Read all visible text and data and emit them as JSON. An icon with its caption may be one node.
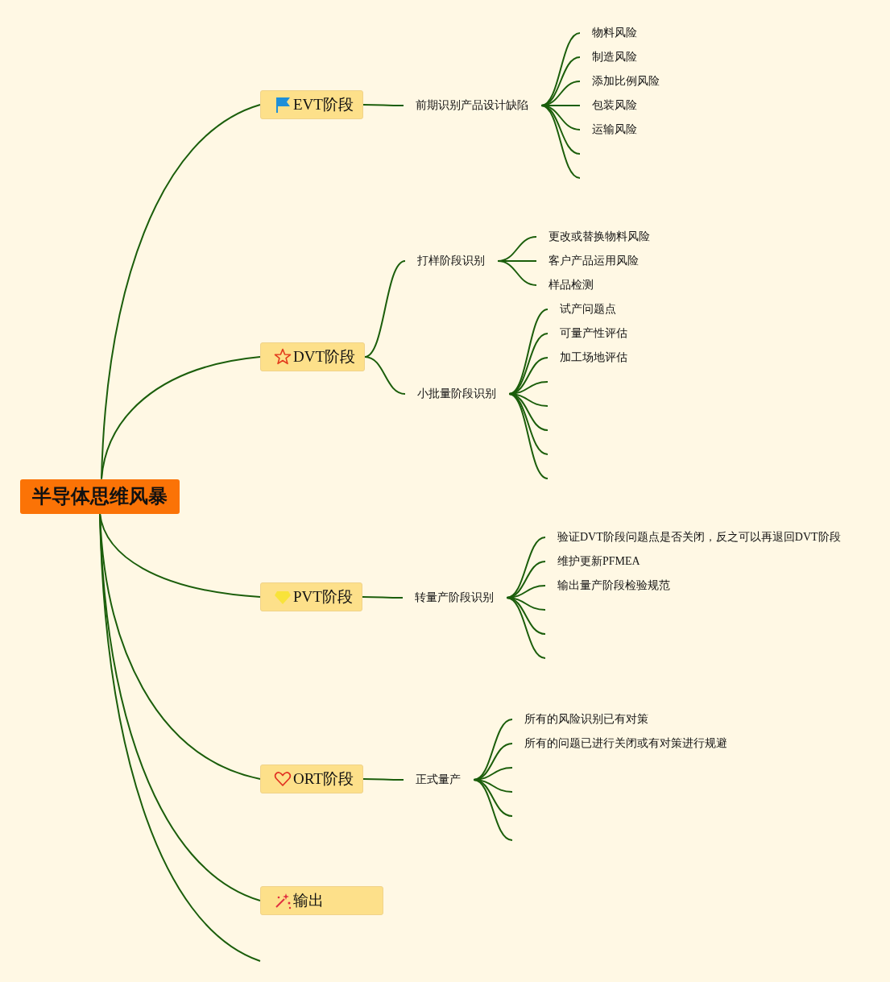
{
  "diagram": {
    "nodes": [
      {
        "text": [
          "半导体思维风暴"
        ]
      },
      {
        "text": [
          "EVT阶段"
        ]
      },
      {
        "text": [
          "前期识别产品设计缺陷"
        ]
      },
      {
        "text": [
          "物料风险"
        ]
      },
      {
        "text": [
          "制造风险"
        ]
      },
      {
        "text": [
          "添加比例风险"
        ]
      },
      {
        "text": [
          "包装风险"
        ]
      },
      {
        "text": [
          "运输风险"
        ]
      },
      {
        "text": [
          "DVT阶段"
        ]
      },
      {
        "text": [
          "打样阶段识别"
        ]
      },
      {
        "text": [
          "更改或替换物料风险"
        ]
      },
      {
        "text": [
          "客户产品运用风险"
        ]
      },
      {
        "text": [
          "样品检测"
        ]
      },
      {
        "text": [
          "小批量阶段识别"
        ]
      },
      {
        "text": [
          "试产问题点"
        ]
      },
      {
        "text": [
          "可量产性评估"
        ]
      },
      {
        "text": [
          "加工场地评估"
        ]
      },
      {
        "text": [
          "PVT阶段"
        ]
      },
      {
        "text": [
          "转量产阶段识别"
        ]
      },
      {
        "text": [
          "验证DVT阶段问题点是否关闭，反之可以再退回DVT阶段"
        ]
      },
      {
        "text": [
          "维护更新PFMEA"
        ]
      },
      {
        "text": [
          "输出量产阶段检验规范"
        ]
      },
      {
        "text": [
          "ORT阶段"
        ]
      },
      {
        "text": [
          "正式量产"
        ]
      },
      {
        "text": [
          "所有的风险识别已有对策"
        ]
      },
      {
        "text": [
          "所有的问题已进行关闭或有对策进行规避"
        ]
      },
      {
        "text": [
          "输出"
        ]
      }
    ],
    "edges": [
      {
        "from": 0,
        "to": 1,
        "arrow": "none"
      },
      {
        "from": 0,
        "to": 8,
        "arrow": "none"
      },
      {
        "from": 0,
        "to": 17,
        "arrow": "none"
      },
      {
        "from": 0,
        "to": 22,
        "arrow": "none"
      },
      {
        "from": 0,
        "to": 26,
        "arrow": "none"
      },
      {
        "from": 0,
        "to": null,
        "arrow": "none"
      },
      {
        "from": 1,
        "to": 2,
        "arrow": "none"
      },
      {
        "from": 2,
        "to": 3,
        "arrow": "none"
      },
      {
        "from": 2,
        "to": 4,
        "arrow": "none"
      },
      {
        "from": 2,
        "to": 5,
        "arrow": "none"
      },
      {
        "from": 2,
        "to": 6,
        "arrow": "none"
      },
      {
        "from": 2,
        "to": 7,
        "arrow": "none"
      },
      {
        "from": 2,
        "to": null,
        "arrow": "none"
      },
      {
        "from": 2,
        "to": null,
        "arrow": "none"
      },
      {
        "from": 8,
        "to": 9,
        "arrow": "none"
      },
      {
        "from": 8,
        "to": 13,
        "arrow": "none"
      },
      {
        "from": 9,
        "to": 10,
        "arrow": "none"
      },
      {
        "from": 9,
        "to": 11,
        "arrow": "none"
      },
      {
        "from": 9,
        "to": 12,
        "arrow": "none"
      },
      {
        "from": 13,
        "to": 14,
        "arrow": "none"
      },
      {
        "from": 13,
        "to": 15,
        "arrow": "none"
      },
      {
        "from": 13,
        "to": 16,
        "arrow": "none"
      },
      {
        "from": 13,
        "to": null,
        "arrow": "none"
      },
      {
        "from": 13,
        "to": null,
        "arrow": "none"
      },
      {
        "from": 13,
        "to": null,
        "arrow": "none"
      },
      {
        "from": 13,
        "to": null,
        "arrow": "none"
      },
      {
        "from": 13,
        "to": null,
        "arrow": "none"
      },
      {
        "from": 17,
        "to": 18,
        "arrow": "none"
      },
      {
        "from": 18,
        "to": 19,
        "arrow": "none"
      },
      {
        "from": 18,
        "to": 20,
        "arrow": "none"
      },
      {
        "from": 18,
        "to": 21,
        "arrow": "none"
      },
      {
        "from": 18,
        "to": null,
        "arrow": "none"
      },
      {
        "from": 18,
        "to": null,
        "arrow": "none"
      },
      {
        "from": 18,
        "to": null,
        "arrow": "none"
      },
      {
        "from": 22,
        "to": 23,
        "arrow": "none"
      },
      {
        "from": 23,
        "to": 24,
        "arrow": "none"
      },
      {
        "from": 23,
        "to": 25,
        "arrow": "none"
      },
      {
        "from": 23,
        "to": null,
        "arrow": "none"
      },
      {
        "from": 23,
        "to": null,
        "arrow": "none"
      },
      {
        "from": 23,
        "to": null,
        "arrow": "none"
      },
      {
        "from": 23,
        "to": null,
        "arrow": "none"
      }
    ]
  }
}
